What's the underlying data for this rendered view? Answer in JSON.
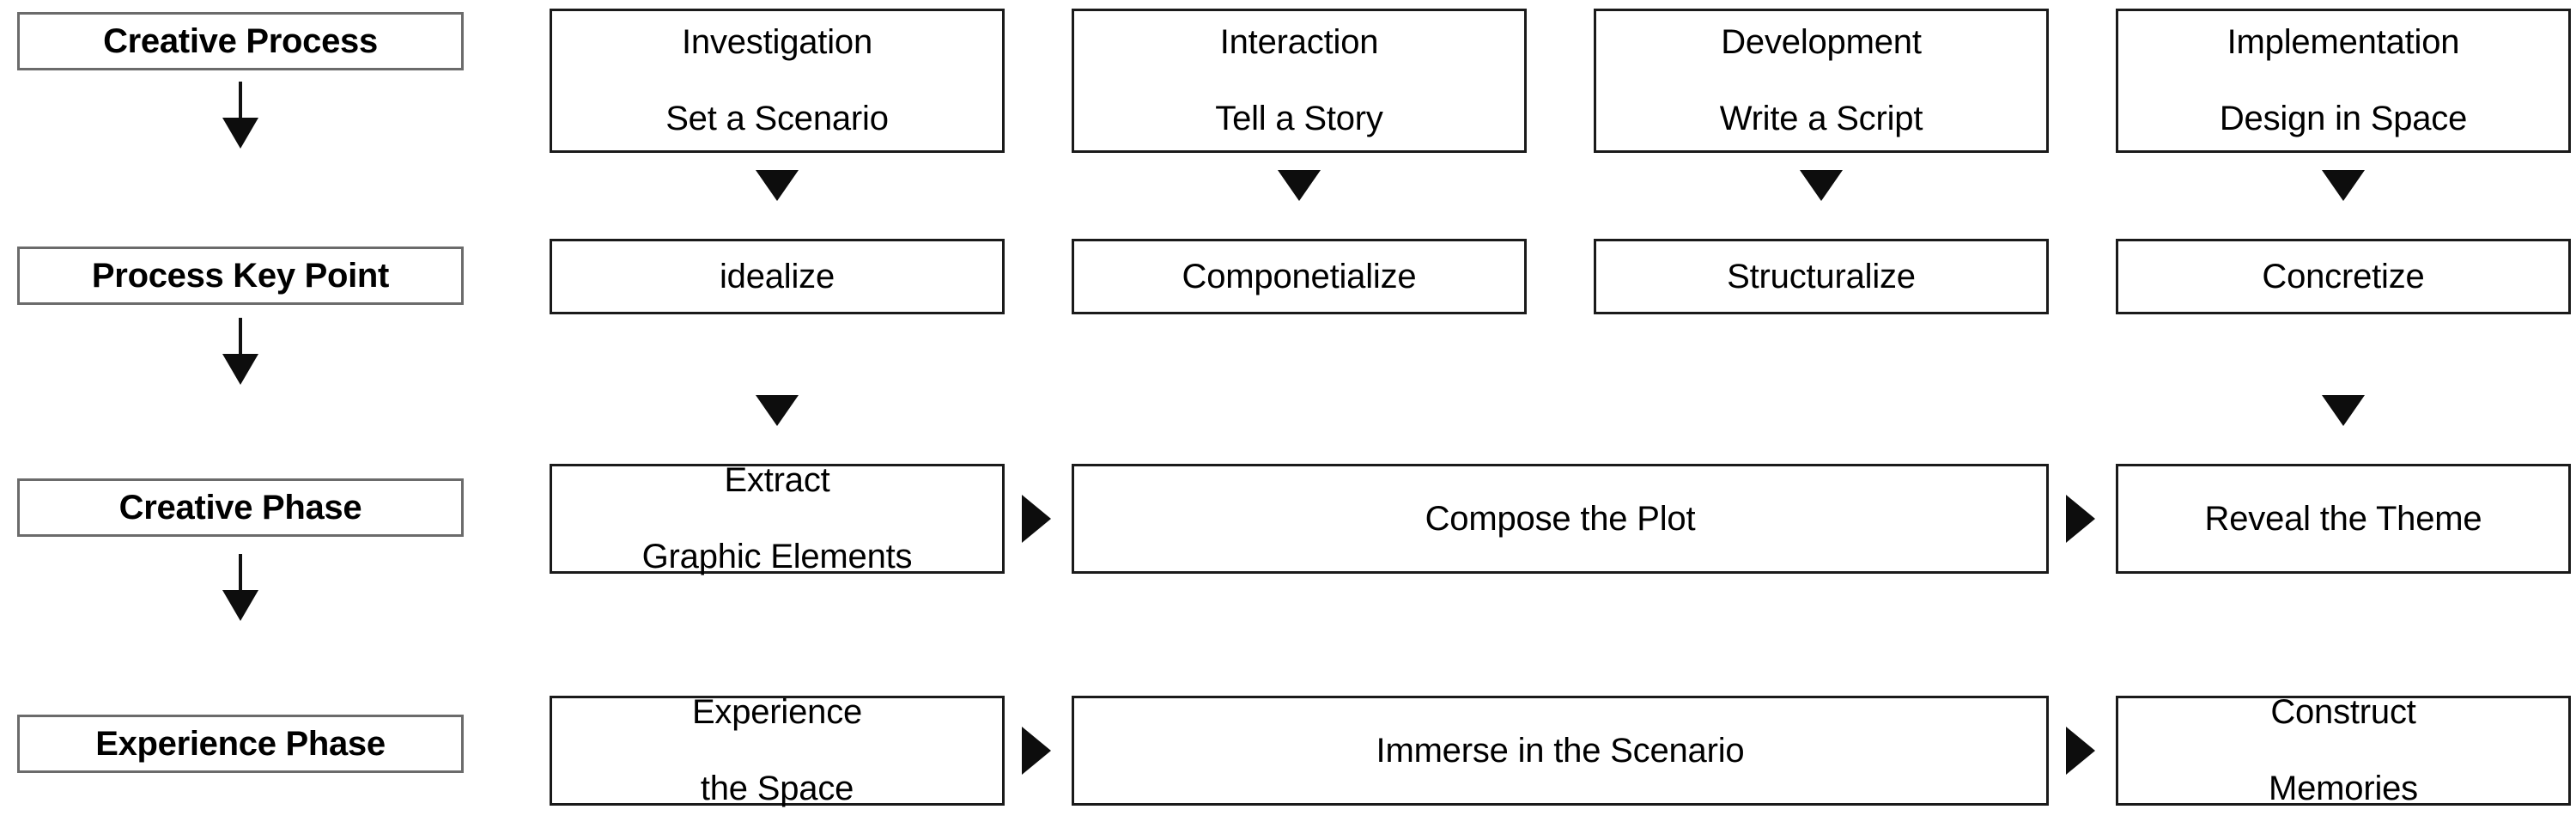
{
  "diagram": {
    "title": "Creative Process Framework",
    "background_color": "#ffffff",
    "line_color": "#1a1a1a",
    "row_labels": [
      {
        "id": "creative-process",
        "text": "Creative Process"
      },
      {
        "id": "process-key-point",
        "text": "Process Key Point"
      },
      {
        "id": "creative-phase",
        "text": "Creative Phase"
      },
      {
        "id": "experience-phase",
        "text": "Experience Phase"
      }
    ],
    "row_label_connectors": [
      {
        "id": "label-arrow-1",
        "from": "creative-process",
        "to": "process-key-point",
        "kind": "arrow-down"
      },
      {
        "id": "label-arrow-2",
        "from": "process-key-point",
        "to": "creative-phase",
        "kind": "arrow-down"
      },
      {
        "id": "label-arrow-3",
        "from": "creative-phase",
        "to": "experience-phase",
        "kind": "arrow-down"
      }
    ],
    "process_row": [
      {
        "id": "investigation",
        "line1": "Investigation",
        "line2": "Set a Scenario"
      },
      {
        "id": "interaction",
        "line1": "Interaction",
        "line2": "Tell a Story"
      },
      {
        "id": "development",
        "line1": "Development",
        "line2": "Write a Script"
      },
      {
        "id": "implementation",
        "line1": "Implementation",
        "line2": "Design in Space"
      }
    ],
    "key_point_row": [
      {
        "id": "idealize",
        "text": "idealize"
      },
      {
        "id": "componetialize",
        "text": "Componetialize"
      },
      {
        "id": "structuralize",
        "text": "Structuralize"
      },
      {
        "id": "concretize",
        "text": "Concretize"
      }
    ],
    "creative_phase_row": [
      {
        "id": "extract-graphic-elements",
        "line1": "Extract",
        "line2": "Graphic Elements"
      },
      {
        "id": "compose-the-plot",
        "line1": "Compose the Plot",
        "line2": ""
      },
      {
        "id": "reveal-the-theme",
        "line1": "Reveal the Theme",
        "line2": ""
      }
    ],
    "experience_phase_row": [
      {
        "id": "experience-the-space",
        "line1": "Experience",
        "line2": "the Space"
      },
      {
        "id": "immerse-in-the-scenario",
        "line1": "Immerse in the Scenario",
        "line2": ""
      },
      {
        "id": "construct-memories",
        "line1": "Construct",
        "line2": "Memories"
      }
    ],
    "column_connectors": [
      {
        "id": "tri-col1-r1-r2",
        "column": "investigation",
        "kind": "triangle-down"
      },
      {
        "id": "tri-col2-r1-r2",
        "column": "interaction",
        "kind": "triangle-down"
      },
      {
        "id": "tri-col3-r1-r2",
        "column": "development",
        "kind": "triangle-down"
      },
      {
        "id": "tri-col4-r1-r2",
        "column": "implementation",
        "kind": "triangle-down"
      },
      {
        "id": "tri-col1-r2-r3",
        "column": "idealize",
        "kind": "triangle-down"
      },
      {
        "id": "tri-col4-r2-r3",
        "column": "concretize",
        "kind": "triangle-down"
      }
    ],
    "horizontal_connectors": [
      {
        "id": "tri-right-r3-a",
        "kind": "triangle-right"
      },
      {
        "id": "tri-right-r3-b",
        "kind": "triangle-right"
      },
      {
        "id": "tri-right-r4-a",
        "kind": "triangle-right"
      },
      {
        "id": "tri-right-r4-b",
        "kind": "triangle-right"
      }
    ]
  }
}
